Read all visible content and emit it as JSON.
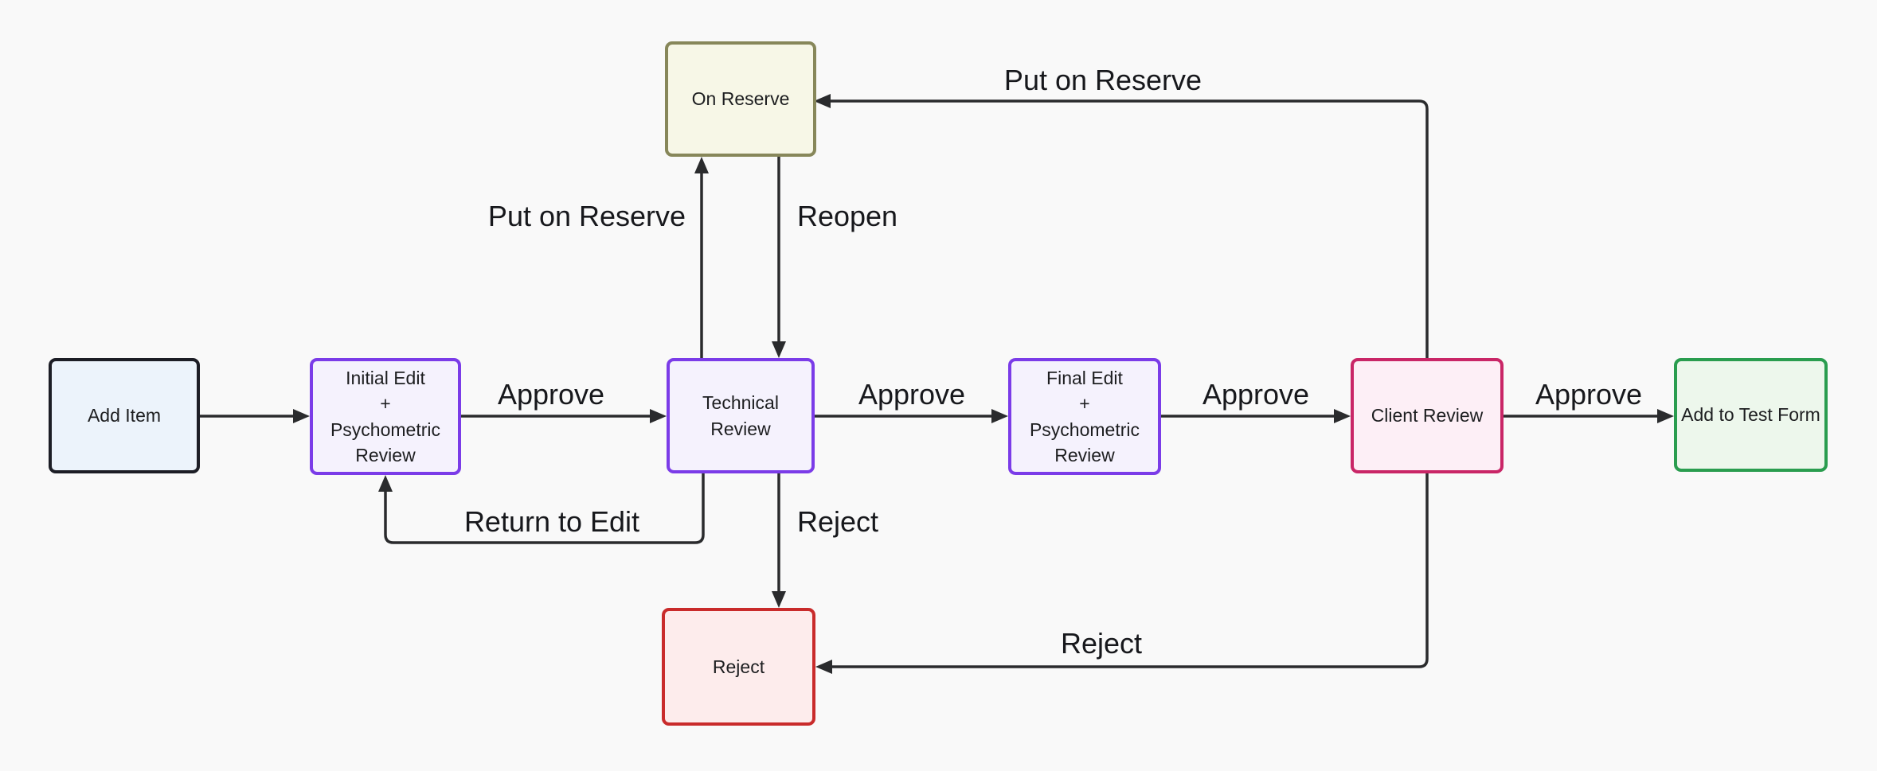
{
  "diagram": {
    "type": "flowchart",
    "background_color": "#f9f9f9",
    "edge_color": "#2a2b2d",
    "edge_label_color": "#17181c",
    "node_text_color": "#1d1e20",
    "nodes": [
      {
        "id": "add_item",
        "label": "Add Item",
        "border_color": "#1c1d25",
        "fill_color": "#ecf3fb"
      },
      {
        "id": "initial_edit",
        "label": "Initial Edit\n+\nPsychometric\nReview",
        "border_color": "#7b3ce8",
        "fill_color": "#f5f2fd"
      },
      {
        "id": "technical_review",
        "label": "Technical\nReview",
        "border_color": "#7b3ce8",
        "fill_color": "#f5f2fd"
      },
      {
        "id": "final_edit",
        "label": "Final Edit\n+\nPsychometric\nReview",
        "border_color": "#7b3ce8",
        "fill_color": "#f5f2fd"
      },
      {
        "id": "client_review",
        "label": "Client Review",
        "border_color": "#c92667",
        "fill_color": "#fdeff6"
      },
      {
        "id": "add_to_test_form",
        "label": "Add to Test Form",
        "border_color": "#2a9d4f",
        "fill_color": "#edf7ec"
      },
      {
        "id": "on_reserve",
        "label": "On Reserve",
        "border_color": "#87875a",
        "fill_color": "#f7f7e7"
      },
      {
        "id": "reject",
        "label": "Reject",
        "border_color": "#c92b2b",
        "fill_color": "#fdecec"
      }
    ],
    "edges": [
      {
        "from": "add_item",
        "to": "initial_edit",
        "label": ""
      },
      {
        "from": "initial_edit",
        "to": "technical_review",
        "label": "Approve"
      },
      {
        "from": "technical_review",
        "to": "final_edit",
        "label": "Approve"
      },
      {
        "from": "final_edit",
        "to": "client_review",
        "label": "Approve"
      },
      {
        "from": "client_review",
        "to": "add_to_test_form",
        "label": "Approve"
      },
      {
        "from": "technical_review",
        "to": "on_reserve",
        "label": "Put on Reserve"
      },
      {
        "from": "on_reserve",
        "to": "technical_review",
        "label": "Reopen"
      },
      {
        "from": "client_review",
        "to": "on_reserve",
        "label": "Put on Reserve"
      },
      {
        "from": "technical_review",
        "to": "initial_edit",
        "label": "Return to Edit"
      },
      {
        "from": "technical_review",
        "to": "reject",
        "label": "Reject"
      },
      {
        "from": "client_review",
        "to": "reject",
        "label": "Reject"
      }
    ]
  }
}
